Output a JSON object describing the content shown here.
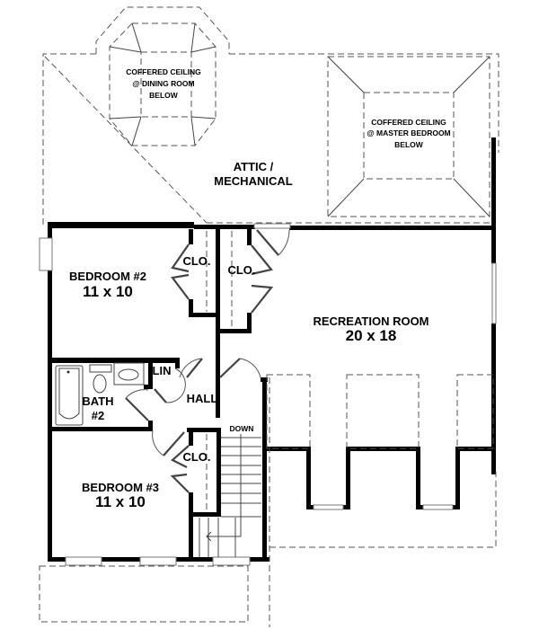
{
  "plan": {
    "type": "second-floor-plan",
    "colors": {
      "wall": "#000000",
      "dashed_line": "#555555",
      "background": "#ffffff"
    }
  },
  "ceilings": {
    "dining": {
      "line1": "COFFERED CEILING",
      "line2": "@ DINING ROOM",
      "line3": "BELOW"
    },
    "master": {
      "line1": "COFFERED CEILING",
      "line2": "@ MASTER BEDROOM",
      "line3": "BELOW"
    }
  },
  "attic": {
    "line1": "ATTIC /",
    "line2": "MECHANICAL"
  },
  "rooms": {
    "bedroom2": {
      "name": "BEDROOM #2",
      "size": "11 x 10"
    },
    "bedroom3": {
      "name": "BEDROOM #3",
      "size": "11 x 10"
    },
    "recreation": {
      "name": "RECREATION ROOM",
      "size": "20 x 18"
    },
    "bath2": {
      "line1": "BATH",
      "line2": "#2"
    },
    "hall": {
      "name": "HALL"
    },
    "linen": {
      "name": "LIN"
    },
    "closet_bed2": {
      "name": "CLO."
    },
    "closet_hall": {
      "name": "CLO."
    },
    "closet_bed3": {
      "name": "CLO."
    }
  },
  "stairs": {
    "label": "DOWN"
  }
}
